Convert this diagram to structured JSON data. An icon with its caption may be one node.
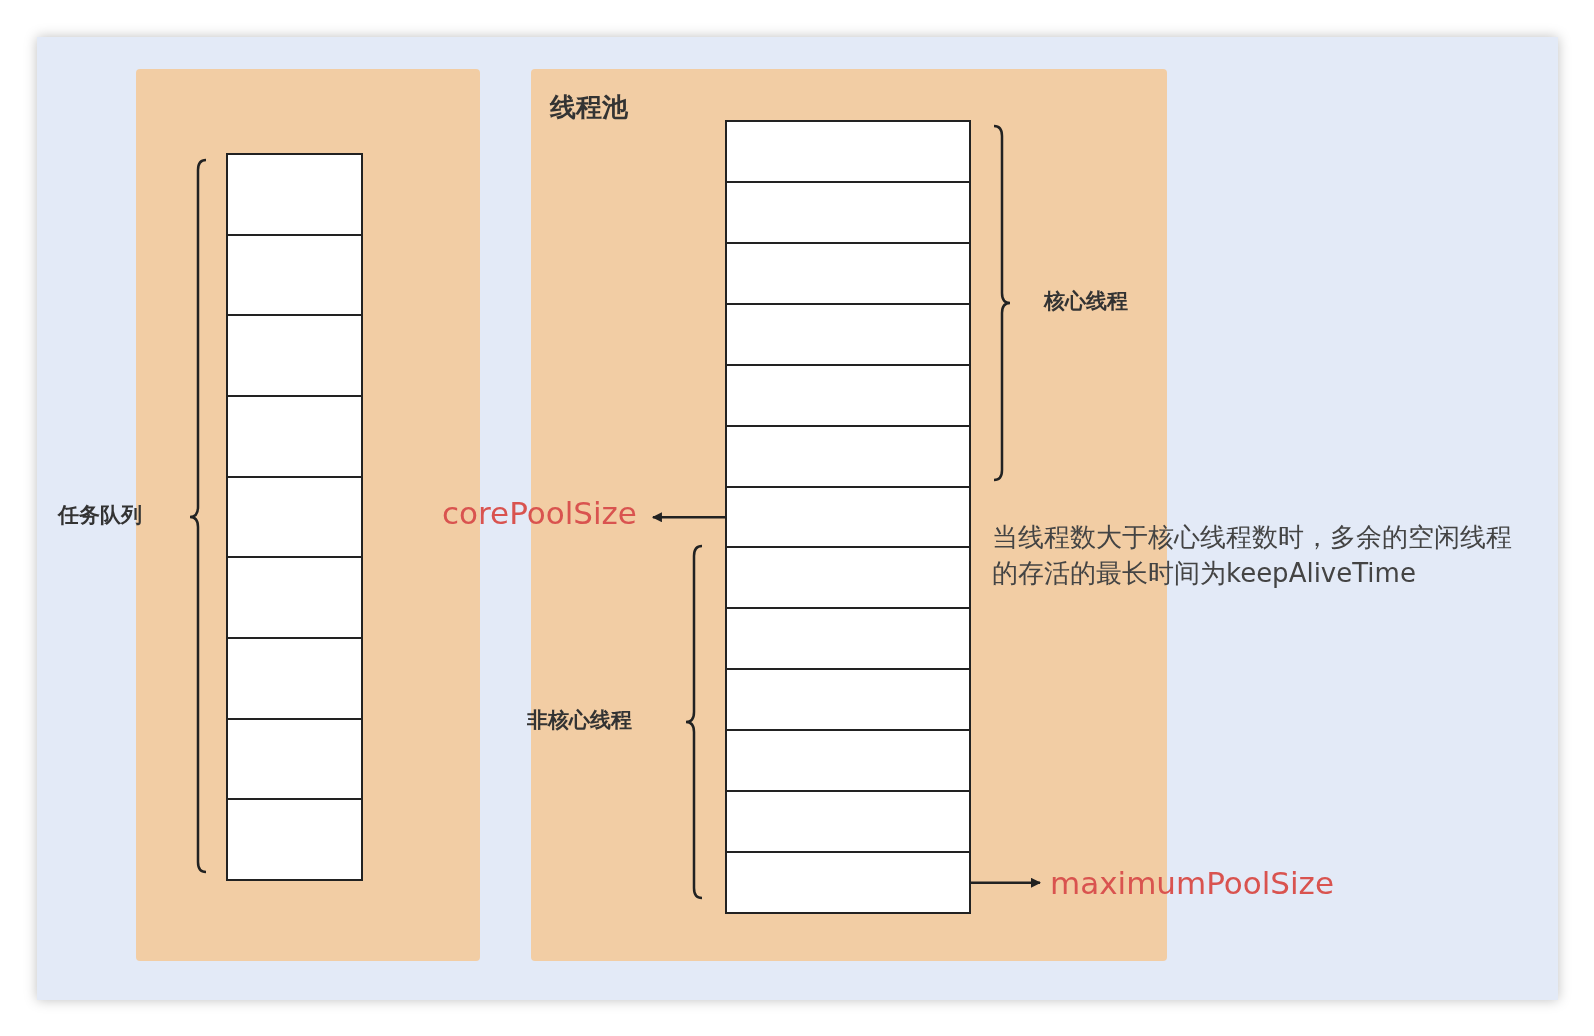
{
  "diagram": {
    "nodes": [
      {
        "text": [],
        "shape": "box"
      },
      {
        "text": [
          "线程池"
        ]
      },
      {
        "text": [],
        "shape": "box",
        "in": 0
      },
      {
        "text": [],
        "shape": "box",
        "in": 0
      },
      {
        "text": [],
        "shape": "box",
        "in": 0
      },
      {
        "text": [],
        "shape": "box",
        "in": 0
      },
      {
        "text": [],
        "shape": "box",
        "in": 0
      },
      {
        "text": [],
        "shape": "box",
        "in": 0
      },
      {
        "text": [],
        "shape": "box",
        "in": 0
      },
      {
        "text": [],
        "shape": "box",
        "in": 0
      },
      {
        "text": [],
        "shape": "box",
        "in": 0
      },
      {
        "text": [],
        "shape": "box",
        "in": 1
      },
      {
        "text": [],
        "shape": "box",
        "in": 1
      },
      {
        "text": [],
        "shape": "box",
        "in": 1
      },
      {
        "text": [],
        "shape": "box",
        "in": 1
      },
      {
        "text": [],
        "shape": "box",
        "in": 1
      },
      {
        "text": [],
        "shape": "box",
        "in": 1
      },
      {
        "text": [],
        "shape": "box",
        "in": 1
      },
      {
        "text": [],
        "shape": "box",
        "in": 1
      },
      {
        "text": [],
        "shape": "box",
        "in": 1
      },
      {
        "text": [],
        "shape": "box",
        "in": 1
      },
      {
        "text": [],
        "shape": "box",
        "in": 1
      },
      {
        "text": [],
        "shape": "box",
        "in": 1
      },
      {
        "text": [],
        "shape": "box",
        "in": 1
      },
      {
        "text": [
          "corePoolSize"
        ]
      },
      {
        "text": [
          "maximumPoolSize"
        ]
      }
    ],
    "edges": [
      {
        "from": 17,
        "to": 24,
        "arrow": "to"
      },
      {
        "from": 23,
        "to": 25,
        "arrow": "to"
      }
    ],
    "labels": [
      "任务队列",
      "核心线程",
      "当线程数大于核心线程数时，多余的空闲线程的存活的最长时间为keepAliveTime",
      "非核心线程"
    ]
  }
}
